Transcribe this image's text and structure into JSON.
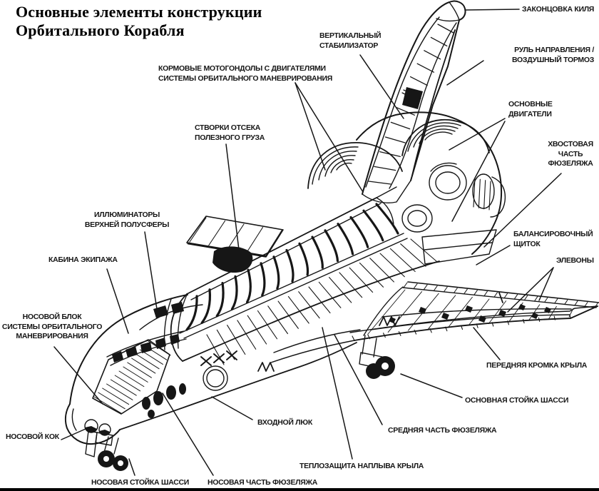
{
  "title": {
    "text": "Основные элементы конструкции\nОрбитального Корабля"
  },
  "labels": {
    "fin_tip": {
      "text": "ЗАКОНЦОВКА КИЛЯ"
    },
    "vertical_stab": {
      "text": "ВЕРТИКАЛЬНЫЙ\nСТАБИЛИЗАТОР"
    },
    "rudder_airbrake": {
      "text": "РУЛЬ НАПРАВЛЕНИЯ /\nВОЗДУШНЫЙ ТОРМОЗ"
    },
    "oms_pods": {
      "text": "КОРМОВЫЕ МОТОГОНДОЛЫ С ДВИГАТЕЛЯМИ\nСИСТЕМЫ ОРБИТАЛЬНОГО МАНЕВРИРОВАНИЯ"
    },
    "main_engines": {
      "text": "ОСНОВНЫЕ\nДВИГАТЕЛИ"
    },
    "aft_fuselage": {
      "text": "ХВОСТОВАЯ\nЧАСТЬ\nФЮЗЕЛЯЖА"
    },
    "body_flap": {
      "text": "БАЛАНСИРОВОЧНЫЙ\nЩИТОК"
    },
    "elevons": {
      "text": "ЭЛЕВОНЫ"
    },
    "payload_doors": {
      "text": "СТВОРКИ ОТСЕКА\nПОЛЕЗНОГО ГРУЗА"
    },
    "upper_windows": {
      "text": "ИЛЛЮМИНАТОРЫ\nВЕРХНЕЙ ПОЛУСФЕРЫ"
    },
    "crew_cabin": {
      "text": "КАБИНА ЭКИПАЖА"
    },
    "nose_rcs_block": {
      "text": "НОСОВОЙ БЛОК\nСИСТЕМЫ ОРБИТАЛЬНОГО\nМАНЕВРИРОВАНИЯ"
    },
    "wing_leading_edge": {
      "text": "ПЕРЕДНЯЯ КРОМКА КРЫЛА"
    },
    "main_gear": {
      "text": "ОСНОВНАЯ СТОЙКА ШАССИ"
    },
    "nose_cap": {
      "text": "НОСОВОЙ КОК"
    },
    "nose_gear": {
      "text": "НОСОВАЯ СТОЙКА ШАССИ"
    },
    "nose_fuselage": {
      "text": "НОСОВАЯ ЧАСТЬ ФЮЗЕЛЯЖА"
    },
    "entry_hatch": {
      "text": "ВХОДНОЙ ЛЮК"
    },
    "mid_fuselage": {
      "text": "СРЕДНЯЯ ЧАСТЬ ФЮЗЕЛЯЖА"
    },
    "wing_glove_tps": {
      "text": "ТЕПЛОЗАЩИТА НАПЛЫВА КРЫЛА"
    }
  },
  "colors": {
    "ink": "#161616",
    "background": "#ffffff"
  }
}
